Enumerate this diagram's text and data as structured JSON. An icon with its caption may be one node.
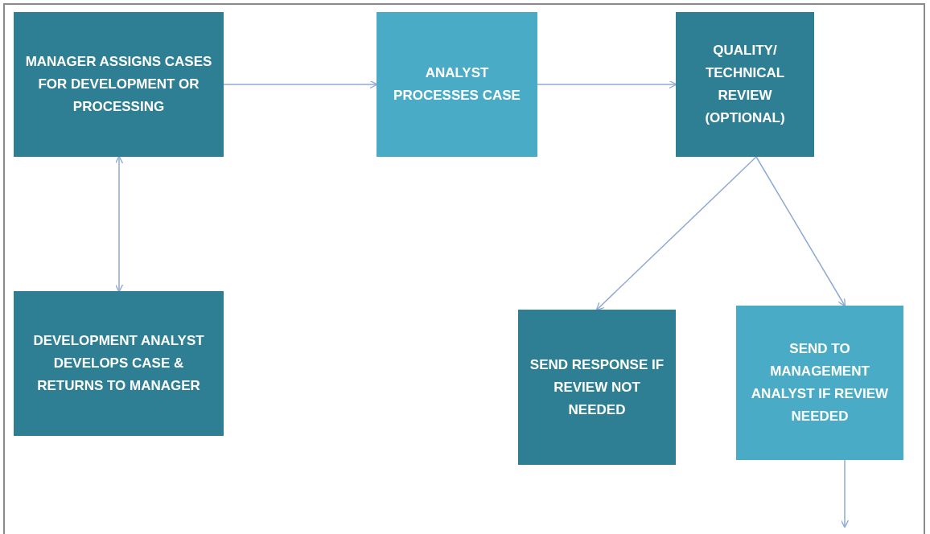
{
  "diagram": {
    "nodes": [
      {
        "text": [
          "MANAGER ASSIGNS CASES FOR DEVELOPMENT OR PROCESSING"
        ]
      },
      {
        "text": [
          "ANALYST PROCESSES CASE"
        ]
      },
      {
        "text": [
          "QUALITY/ TECHNICAL REVIEW (OPTIONAL)"
        ]
      },
      {
        "text": [
          "DEVELOPMENT ANALYST DEVELOPS CASE & RETURNS TO MANAGER"
        ]
      },
      {
        "text": [
          "SEND RESPONSE IF REVIEW NOT NEEDED"
        ]
      },
      {
        "text": [
          "SEND TO MANAGEMENT ANALYST IF REVIEW NEEDED"
        ]
      }
    ],
    "edges": [
      {
        "from": 0,
        "to": 1,
        "arrow": "to"
      },
      {
        "from": 1,
        "to": 2,
        "arrow": "to"
      },
      {
        "from": 0,
        "to": 3,
        "arrow": "both"
      },
      {
        "from": 2,
        "to": 4,
        "arrow": "to"
      },
      {
        "from": 2,
        "to": 5,
        "arrow": "to"
      },
      {
        "from": 5,
        "to": null,
        "arrow": "to"
      }
    ]
  }
}
